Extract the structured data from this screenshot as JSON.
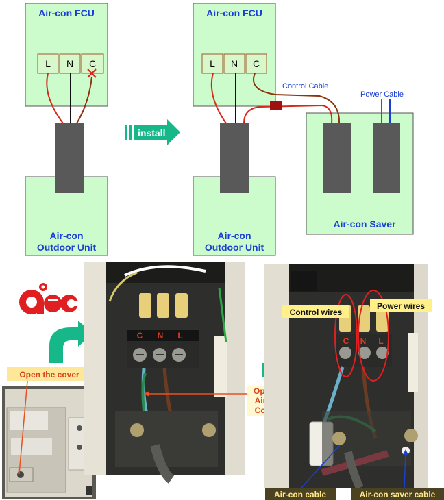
{
  "left_diagram": {
    "fcu_title": "Air-con FCU",
    "terminals": [
      "L",
      "N",
      "C"
    ],
    "outdoor_title_line1": "Air-con",
    "outdoor_title_line2": "Outdoor Unit"
  },
  "install_arrow": {
    "label": "install"
  },
  "right_diagram": {
    "fcu_title": "Air-con FCU",
    "terminals": [
      "L",
      "N",
      "C"
    ],
    "control_cable_label": "Control Cable",
    "power_cable_label": "Power Cable",
    "saver_title": "Air-con Saver",
    "outdoor_title_line1": "Air-con",
    "outdoor_title_line2": "Outdoor Unit"
  },
  "logo": {
    "text": "aeic"
  },
  "photos": {
    "open_cover_label": "Open the cover",
    "center_terminals": [
      "C",
      "N",
      "L"
    ],
    "open_join_line1": "Open and join",
    "open_join_line2": "Air-con saver",
    "open_join_line3": "Control wires",
    "right_terminals": [
      "C",
      "N",
      "L"
    ],
    "control_wires_label": "Control wires",
    "power_wires_label": "Power wires",
    "aircon_cable_label": "Air-con cable",
    "saver_cable_label": "Air-con saver cable"
  },
  "colors": {
    "box_fill": "#ccfccc",
    "box_stroke": "#555555",
    "title_blue": "#1a3fd6",
    "wire_red": "#d42a1a",
    "wire_brown": "#8a3510",
    "wire_black": "#111111",
    "wire_blue": "#1a40d0",
    "connector_gray": "#595959",
    "arrow_teal": "#16b889",
    "label_orange_bg": "#ffe79a",
    "label_yellow_bg": "#fff08a"
  }
}
